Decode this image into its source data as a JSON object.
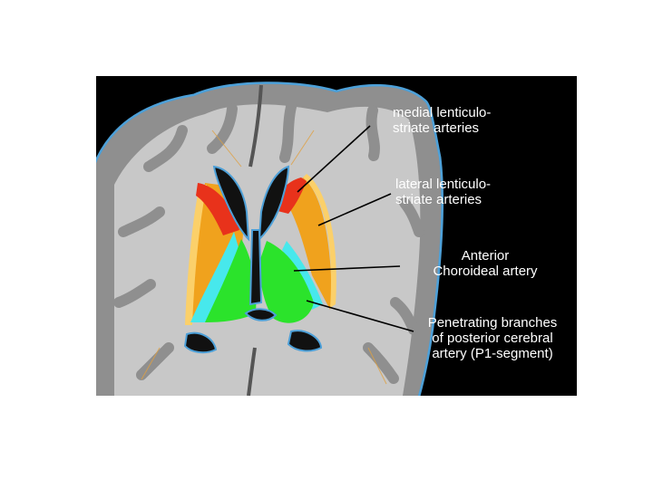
{
  "figure": {
    "background_color": "#000000",
    "colors": {
      "white_matter": "#c8c8c8",
      "gray_matter": "#8f8f8f",
      "outline": "#4da0d8",
      "medial_lenticulostriate": "#e8321b",
      "lateral_lenticulostriate": "#f0a21d",
      "anterior_choroidal": "#47e8ec",
      "posterior_cerebral_p1": "#2be32b",
      "ventricle": "#111111"
    },
    "labels": [
      {
        "line1": "medial lenticulo-",
        "line2": "striate arteries"
      },
      {
        "line1": "lateral lenticulo-",
        "line2": "striate arteries"
      },
      {
        "line1": "Anterior",
        "line2": "Choroideal artery"
      },
      {
        "line1": "Penetrating branches",
        "line2": "of posterior cerebral",
        "line3": "artery (P1-segment)"
      }
    ]
  }
}
